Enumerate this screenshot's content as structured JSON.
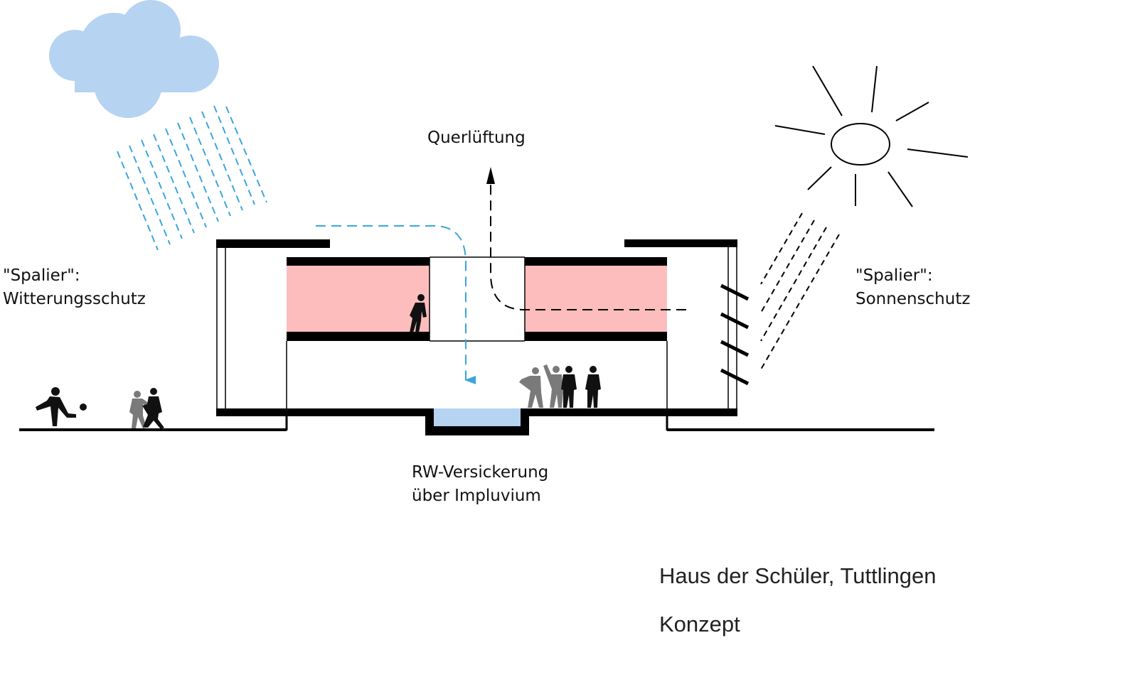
{
  "labels": {
    "querlueftung": "Querlüftung",
    "spalier_left_1": "\"Spalier\":",
    "spalier_left_2": "Witterungsschutz",
    "spalier_right_1": "\"Spalier\":",
    "spalier_right_2": "Sonnenschutz",
    "rw_1": "RW-Versickerung",
    "rw_2": "über Impluvium"
  },
  "caption": {
    "title": "Haus der Schüler, Tuttlingen",
    "subtitle": "Konzept"
  },
  "colors": {
    "structure": "#000000",
    "room_fill": "#fdbdbd",
    "cloud": "#b6d3f2",
    "rain": "#3aa6dd",
    "water": "#b6d3f2",
    "people_dark": "#111111",
    "people_grey": "#7a7a7a"
  },
  "icons": [
    "cloud-icon",
    "sun-icon",
    "person-icon",
    "ball-icon",
    "arrow-up-icon",
    "arrow-down-icon"
  ]
}
